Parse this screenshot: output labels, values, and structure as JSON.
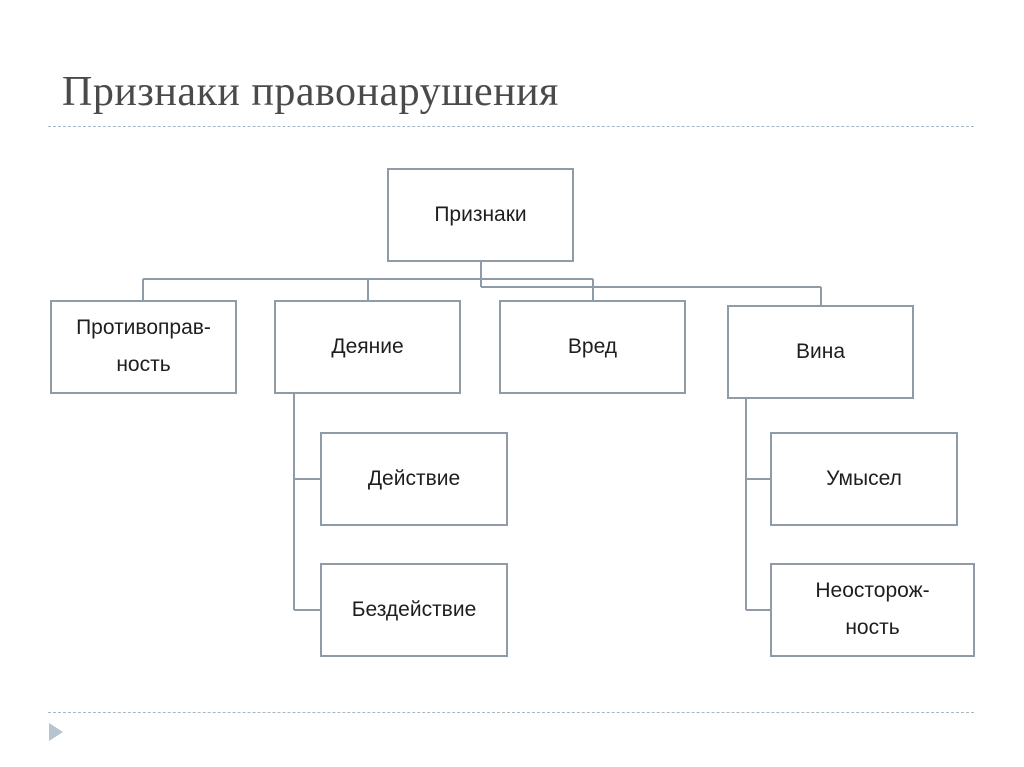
{
  "slide": {
    "title": "Признаки правонарушения"
  },
  "diagram": {
    "root": "Признаки",
    "level1": [
      "Противоправ-\nность",
      "Деяние",
      "Вред",
      "Вина"
    ],
    "deyanie_children": [
      "Действие",
      "Бездействие"
    ],
    "vina_children": [
      "Умысел",
      "Неосторож-\nность"
    ]
  },
  "colors": {
    "border": "#8f9ba6",
    "connector": "#8f9ba6",
    "title": "#4a4a4a",
    "rule": "#a9b7c2",
    "nav_arrow": "#b8c4cd"
  },
  "icons": {
    "nav": "triangle-right-icon"
  }
}
